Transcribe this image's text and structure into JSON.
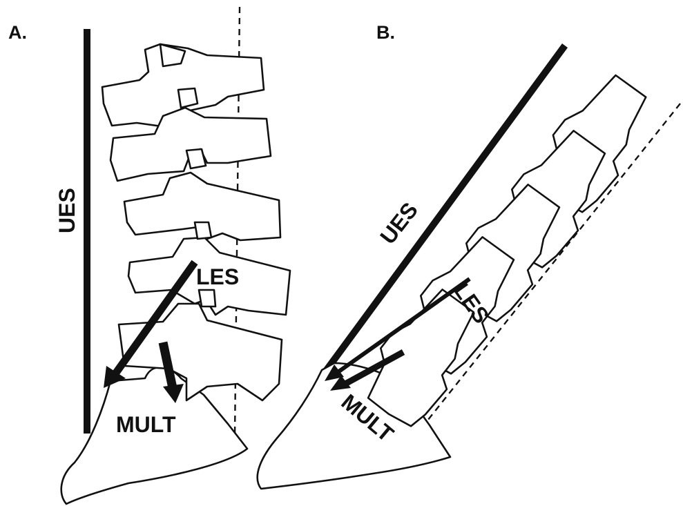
{
  "panels": {
    "a": {
      "label": "A.",
      "ues_label": "UES",
      "les_label": "LES",
      "mult_label": "MULT"
    },
    "b": {
      "label": "B.",
      "ues_label": "UES",
      "les_label": "LES",
      "mult_label": "MULT"
    }
  },
  "colors": {
    "ink": "#111111",
    "background": "#ffffff"
  }
}
